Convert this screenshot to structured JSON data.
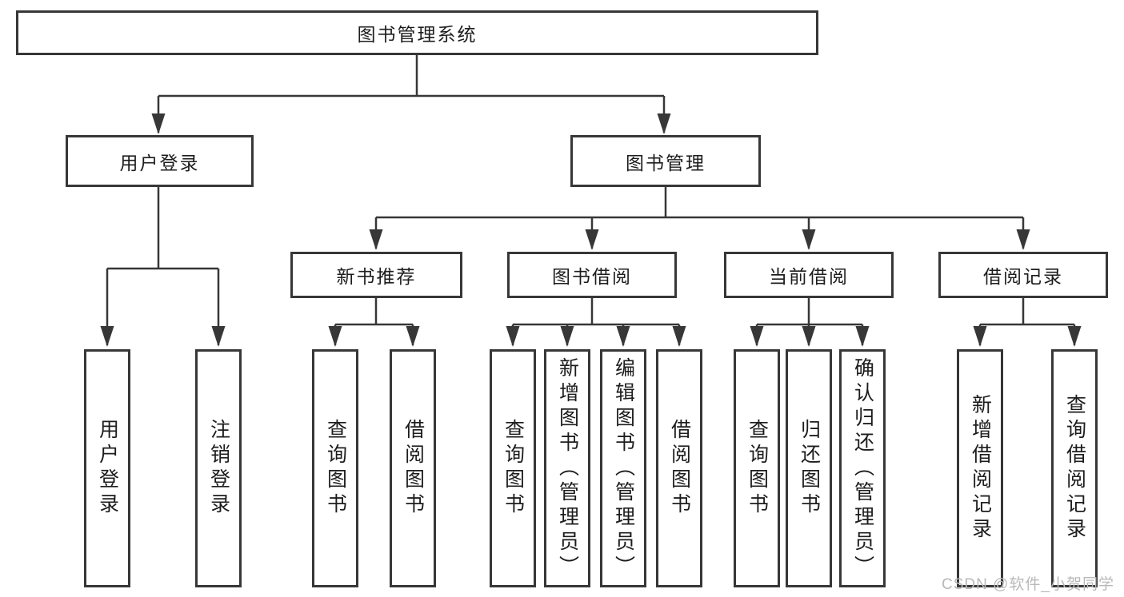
{
  "diagram": {
    "root": "图书管理系统",
    "branches": [
      {
        "label": "用户登录",
        "children": [
          {
            "label": "用户登录"
          },
          {
            "label": "注销登录"
          }
        ]
      },
      {
        "label": "图书管理",
        "children": [
          {
            "label": "新书推荐",
            "children": [
              {
                "label": "查询图书"
              },
              {
                "label": "借阅图书"
              }
            ]
          },
          {
            "label": "图书借阅",
            "children": [
              {
                "label": "查询图书"
              },
              {
                "label": "新增图书（管理员）"
              },
              {
                "label": "编辑图书（管理员）"
              },
              {
                "label": "借阅图书"
              }
            ]
          },
          {
            "label": "当前借阅",
            "children": [
              {
                "label": "查询图书"
              },
              {
                "label": "归还图书"
              },
              {
                "label": "确认归还（管理员）"
              }
            ]
          },
          {
            "label": "借阅记录",
            "children": [
              {
                "label": "新增借阅记录"
              },
              {
                "label": "查询借阅记录"
              }
            ]
          }
        ]
      }
    ]
  },
  "watermark": {
    "text": "CSDN @软件_小贺同学"
  },
  "colors": {
    "line": "#373737",
    "box_border": "#373737",
    "text": "#1d1d1d",
    "watermark": "#b9b9b9",
    "background": "#ffffff"
  }
}
